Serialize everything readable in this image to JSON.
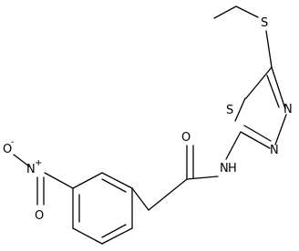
{
  "diagram": {
    "atoms": {
      "s_thioether": "S",
      "s_ring": "S",
      "n_ring_upper": "N",
      "n_ring_lower": "N",
      "n_amide": "N",
      "h_amide": "H",
      "o_carbonyl": "O",
      "n_nitro": "N",
      "o_nitro_left": "O",
      "o_nitro_bottom": "O",
      "nitro_plus": "+",
      "nitro_minus": "-"
    }
  }
}
